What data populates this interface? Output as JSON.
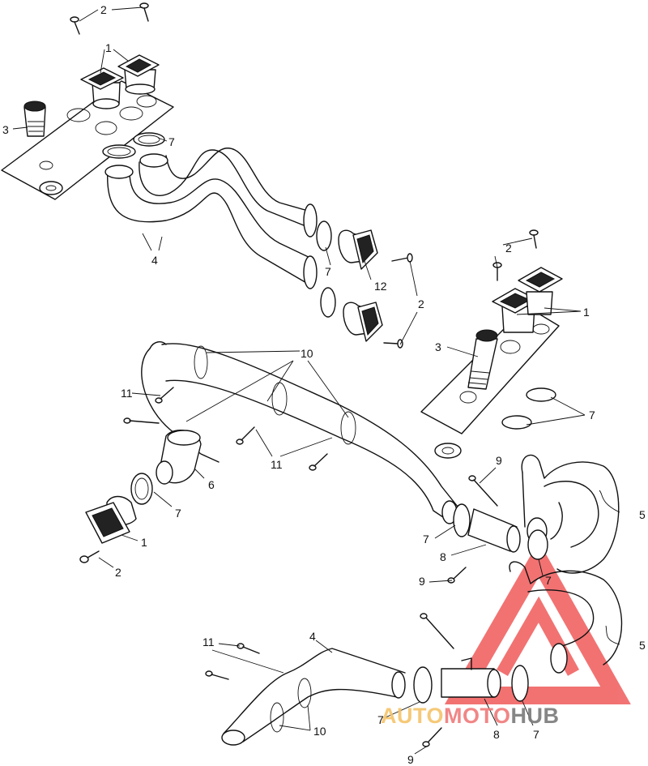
{
  "callouts": [
    "1",
    "2",
    "3",
    "4",
    "5",
    "6",
    "7",
    "8",
    "9",
    "10",
    "11",
    "12"
  ],
  "watermark": {
    "part1": "AUTO",
    "part2": "MOTO",
    "part3": "HUB",
    "color_auto": "#f5c46a",
    "color_moto": "#f07a7a",
    "color_hub": "#7a7a7a",
    "triangle_color": "#f05a5a"
  }
}
